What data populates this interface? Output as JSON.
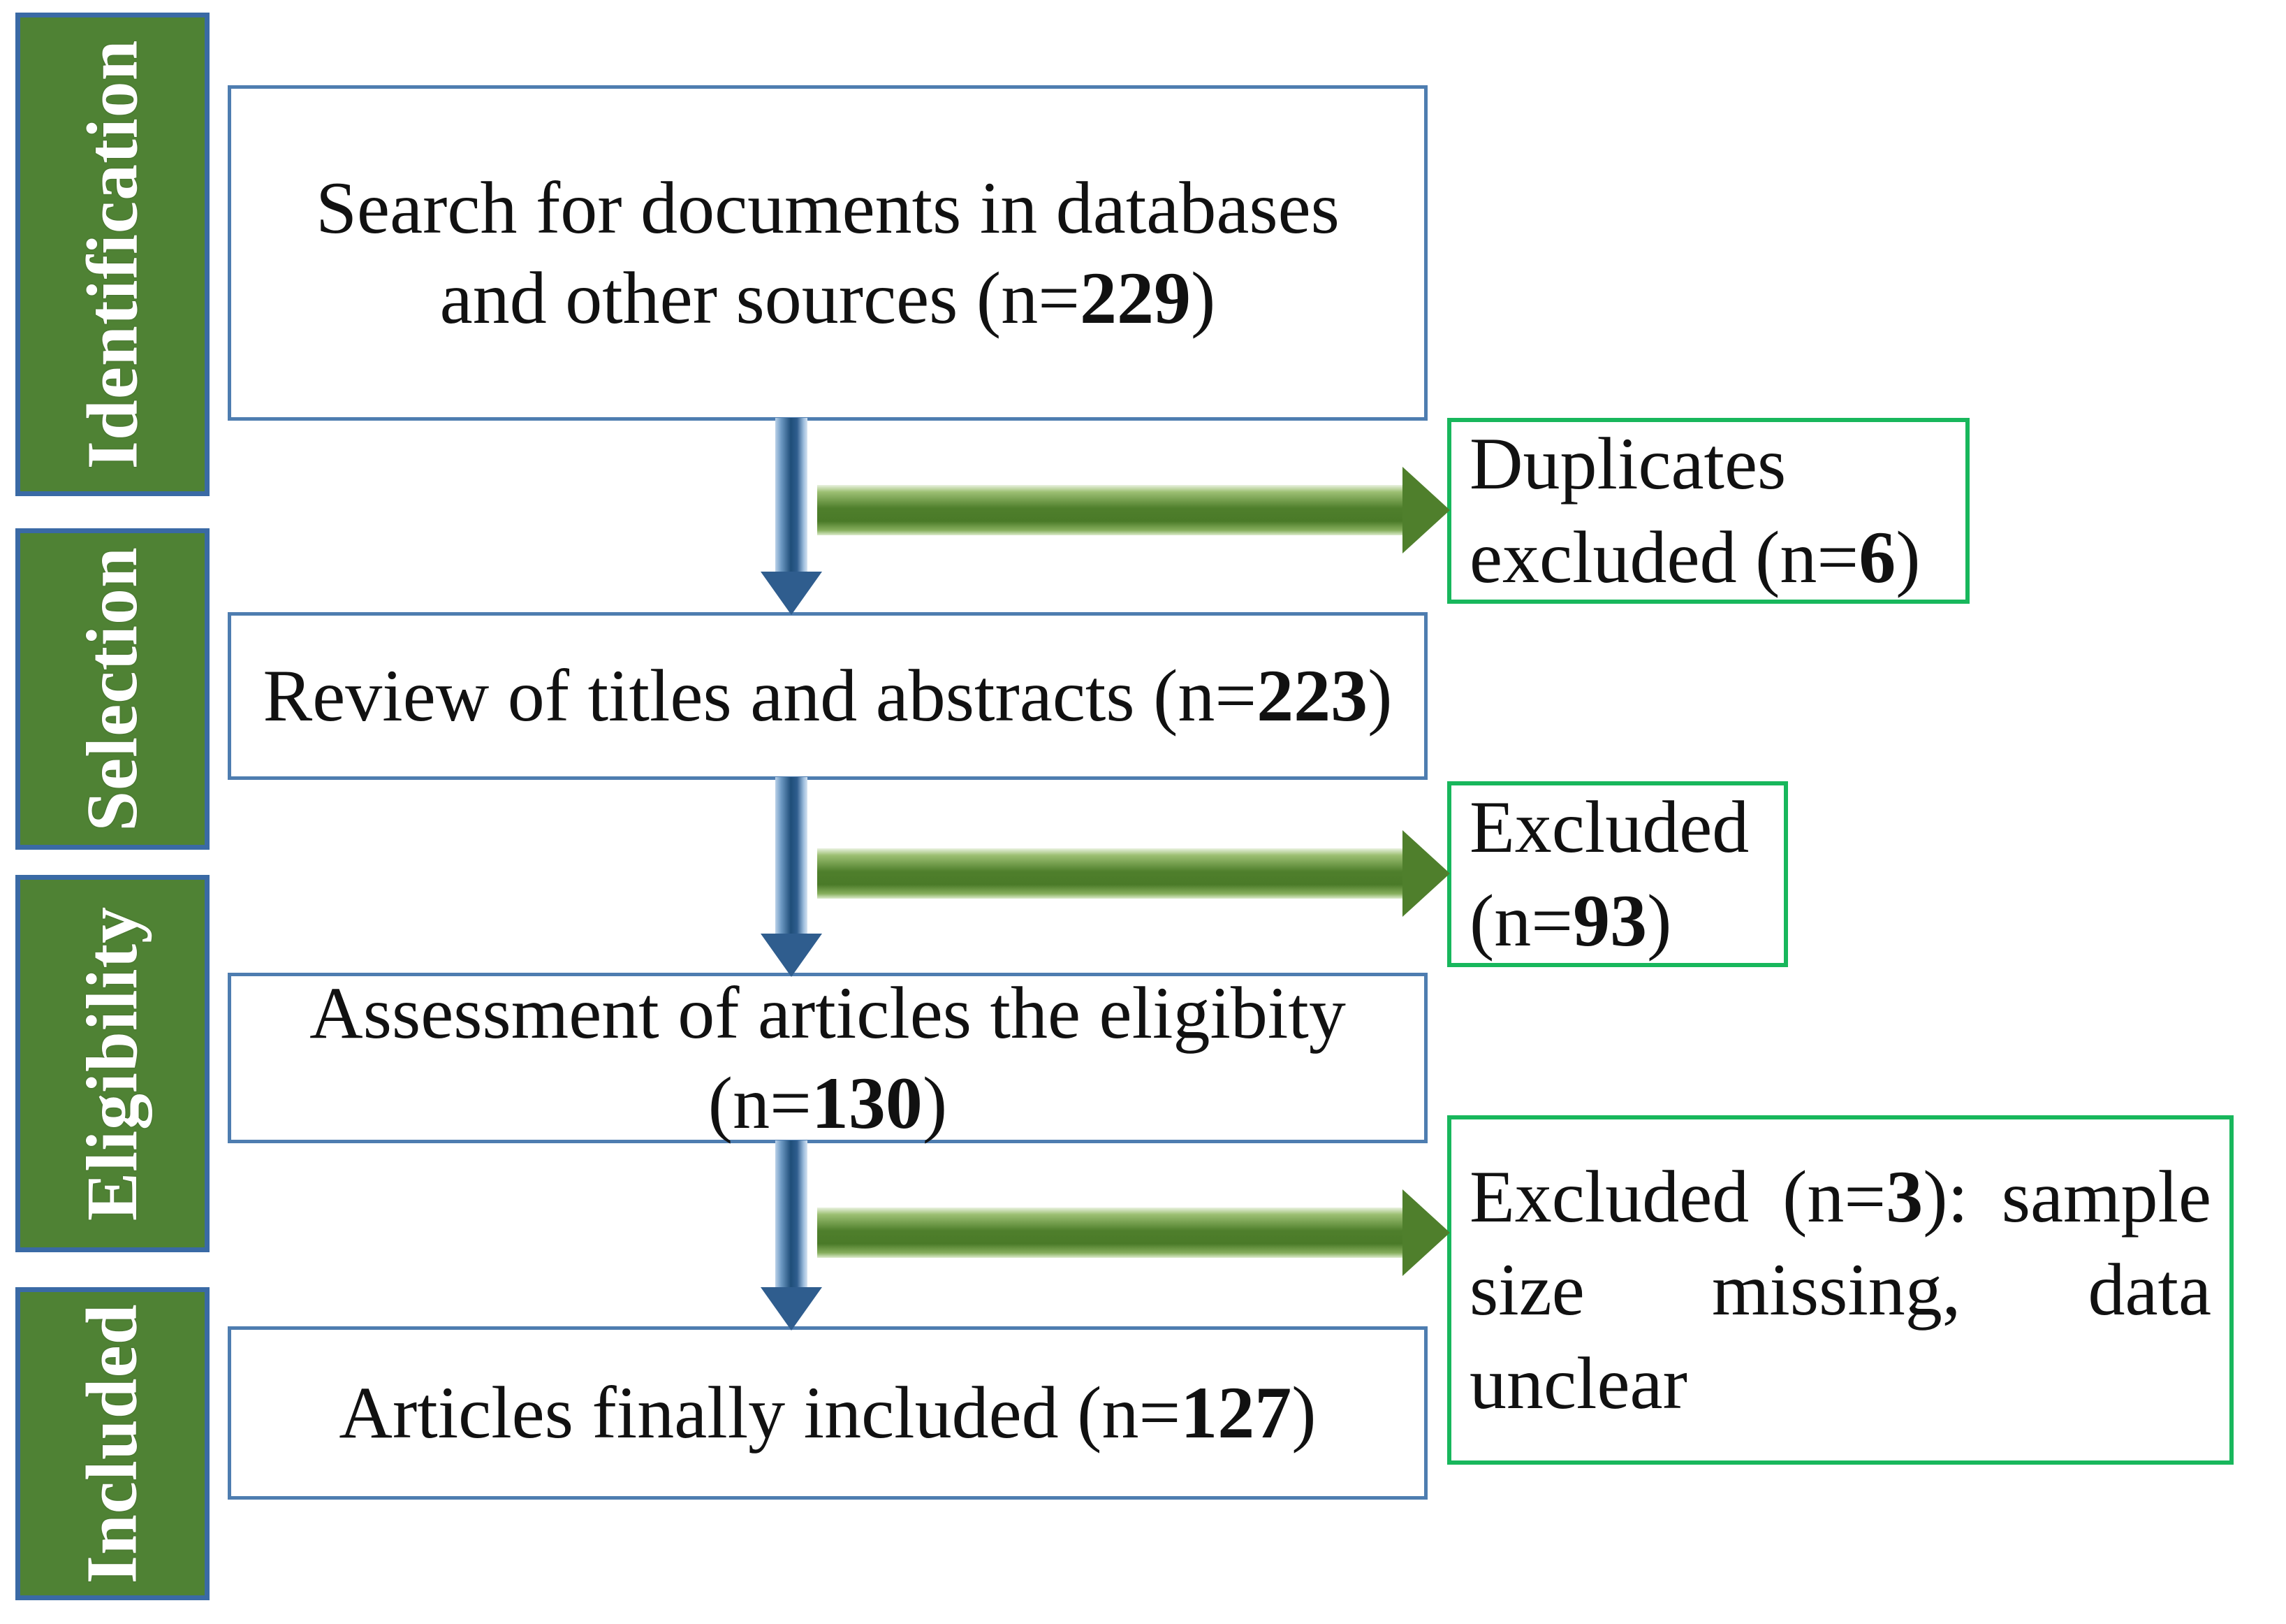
{
  "diagram": {
    "title": "PRISMA study selection flow diagram",
    "colors": {
      "stage_label_fill": "#4F8234",
      "stage_label_border": "#3A6AA5",
      "main_box_border": "#4E7DB0",
      "exclusion_box_border": "#18B75C",
      "vertical_arrow": "#1F4E79",
      "horizontal_arrow": "#4F7F2C",
      "text": "#111111",
      "background": "#FFFFFF"
    },
    "stages": [
      {
        "id": "identification",
        "label": "Identification"
      },
      {
        "id": "selection",
        "label": "Selection"
      },
      {
        "id": "eligibility",
        "label": "Eligibility"
      },
      {
        "id": "included",
        "label": "Included"
      }
    ],
    "flow_boxes": [
      {
        "id": "search",
        "stage": "identification",
        "text_before": "Search for documents in databases and other sources (n=",
        "count": "229",
        "text_after": ")",
        "n": 229
      },
      {
        "id": "review-titles-abstracts",
        "stage": "selection",
        "text_before": "Review of titles and abstracts (n=",
        "count": "223",
        "text_after": ")",
        "n": 223
      },
      {
        "id": "assessment-eligibility",
        "stage": "eligibility",
        "text_before": "Assessment of articles the eligibity (n=",
        "count": "130",
        "text_after": ")",
        "n": 130
      },
      {
        "id": "articles-included",
        "stage": "included",
        "text_before": "Articles finally included (n=",
        "count": "127",
        "text_after": ")",
        "n": 127
      }
    ],
    "exclusion_boxes": [
      {
        "id": "duplicates-excluded",
        "text_before": "Duplicates excluded (n=",
        "count": "6",
        "text_after": ")",
        "n": 6
      },
      {
        "id": "excluded-screening",
        "text_before": "Excluded (n=",
        "count": "93",
        "text_after": ")",
        "n": 93
      },
      {
        "id": "excluded-eligibility",
        "text_before": "Excluded  (n=",
        "count": "3",
        "text_after": "):  sample size missing, data unclear",
        "n": 3
      }
    ]
  }
}
